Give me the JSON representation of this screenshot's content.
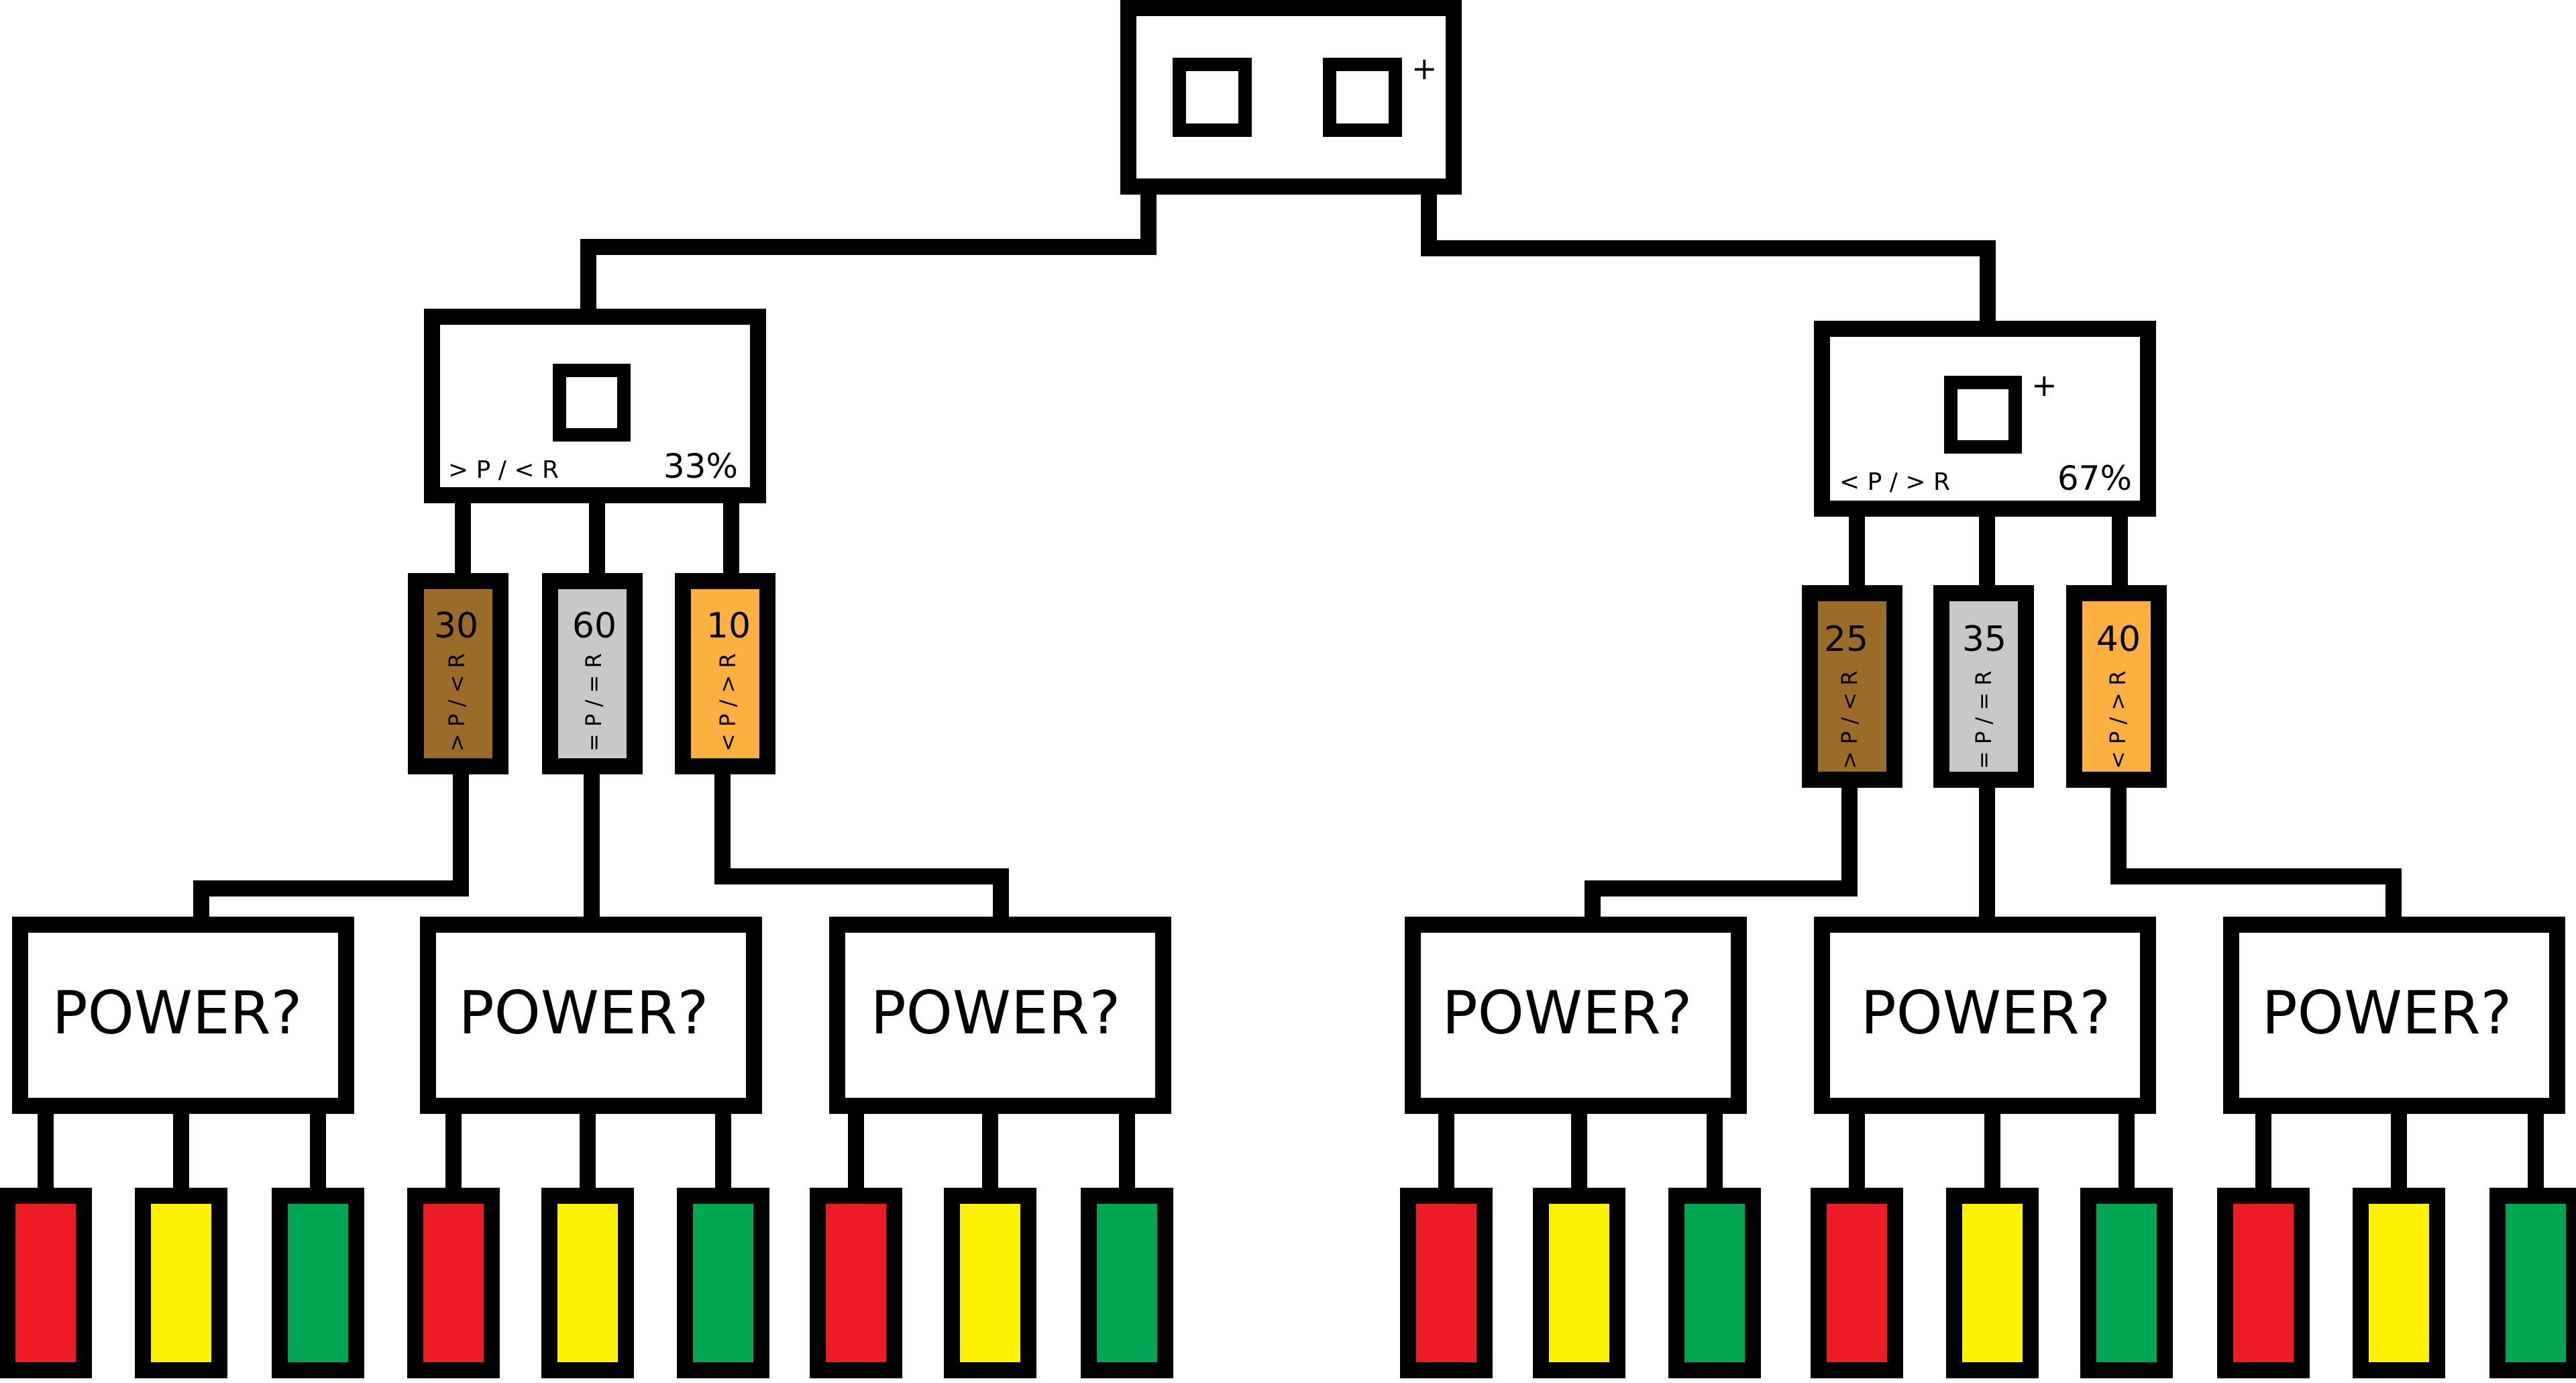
{
  "colors": {
    "stroke": "#000000",
    "background": "#ffffff",
    "brown": "#9b6b2a",
    "gray": "#c8c8c8",
    "orange": "#fbb040",
    "red": "#ed1c24",
    "yellow": "#fff200",
    "green": "#00a651"
  },
  "root": {
    "plus": "+"
  },
  "groups": [
    {
      "id": "left",
      "plus": "",
      "condition": "> P / < R",
      "percent": "33%",
      "tubes": [
        {
          "value": "30",
          "label": "> P / < R",
          "color": "brown"
        },
        {
          "value": "60",
          "label": "= P / = R",
          "color": "gray"
        },
        {
          "value": "10",
          "label": "< P / > R",
          "color": "orange"
        }
      ]
    },
    {
      "id": "right",
      "plus": "+",
      "condition": "< P / > R",
      "percent": "67%",
      "tubes": [
        {
          "value": "25",
          "label": "> P / < R",
          "color": "brown"
        },
        {
          "value": "35",
          "label": "= P / = R",
          "color": "gray"
        },
        {
          "value": "40",
          "label": "< P / > R",
          "color": "orange"
        }
      ]
    }
  ],
  "power_label": "POWER?",
  "outcomes": [
    "red",
    "yellow",
    "green"
  ]
}
